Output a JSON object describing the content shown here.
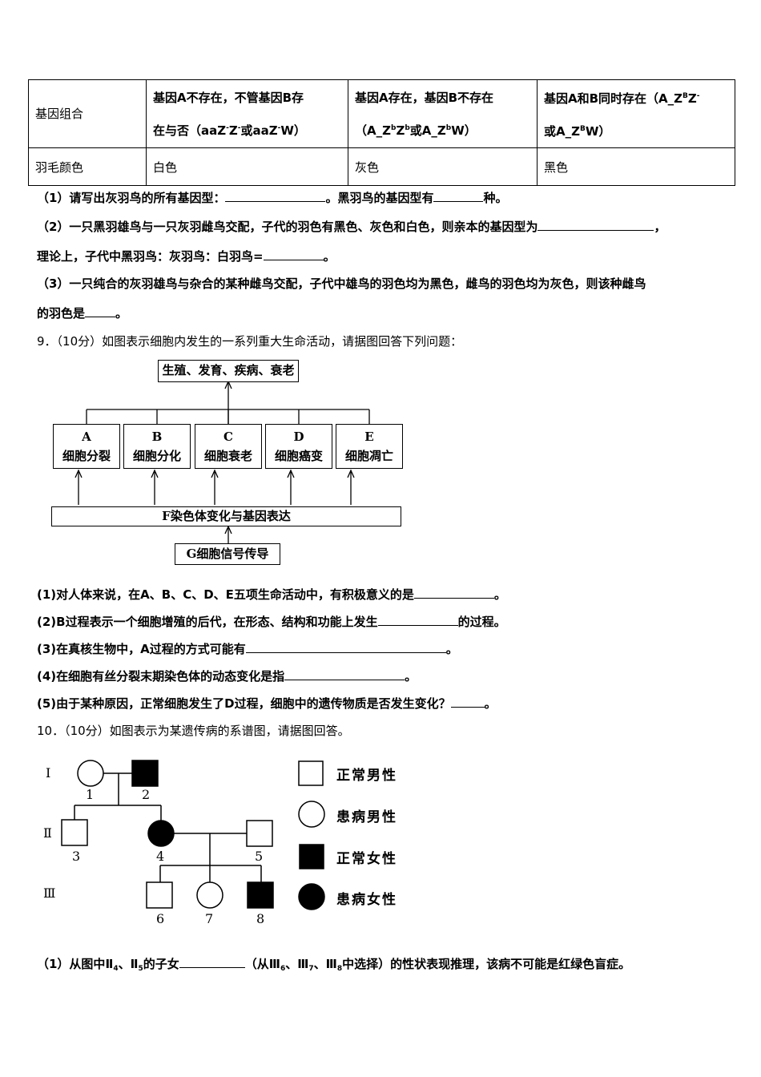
{
  "table": {
    "row1": {
      "head": "基因组合",
      "c1_l1": "基因A不存在，不管基因B存",
      "c1_l2": "在与否（aaZ",
      "c1_l2b": "Z",
      "c1_l2c": "或aaZ",
      "c1_l2d": "W）",
      "c2_l1": "基因A存在，基因B不存在",
      "c2_l2a": "（A_Z",
      "c2_l2b": "Z",
      "c2_l2c": "或A_Z",
      "c2_l2d": "W）",
      "c3_l1a": "基因A和B同时存在（A_Z",
      "c3_l1b": "Z",
      "c3_l2a": "或A_Z",
      "c3_l2b": "W）"
    },
    "row2": {
      "head": "羽毛颜色",
      "c1": "白色",
      "c2": "灰色",
      "c3": "黑色"
    }
  },
  "q8": {
    "p1a": "（1）请写出灰羽鸟的所有基因型：",
    "p1b": "。黑羽鸟的基因型有",
    "p1c": "种。",
    "p2a": "（2）一只黑羽雄鸟与一只灰羽雌鸟交配，子代的羽色有黑色、灰色和白色，则亲本的基因型为",
    "p2b": "，",
    "p2c": "理论上，子代中黑羽鸟：灰羽鸟：白羽鸟=",
    "p2d": "。",
    "p3a": "（3）一只纯合的灰羽雄鸟与杂合的某种雌鸟交配，子代中雄鸟的羽色均为黑色，雌鸟的羽色均为灰色，则该种雌鸟",
    "p3b": "的羽色是",
    "p3c": "。"
  },
  "q9": {
    "title": "9．（10分）如图表示细胞内发生的一系列重大生命活动，请据图回答下列问题：",
    "diagram": {
      "top": "生殖、发育、疾病、衰老",
      "boxes": [
        {
          "letter": "A",
          "label": "细胞分裂"
        },
        {
          "letter": "B",
          "label": "细胞分化"
        },
        {
          "letter": "C",
          "label": "细胞衰老"
        },
        {
          "letter": "D",
          "label": "细胞癌变"
        },
        {
          "letter": "E",
          "label": "细胞凋亡"
        }
      ],
      "f": "F染色体变化与基因表达",
      "g": "G细胞信号传导"
    },
    "s1a": "(1)对人体来说，在A、B、C、D、E五项生命活动中，有积极意义的是",
    "s1b": "。",
    "s2a": "(2)B过程表示一个细胞增殖的后代，在形态、结构和功能上发生",
    "s2b": "的过程。",
    "s3a": "(3)在真核生物中，A过程的方式可能有",
    "s3b": "。",
    "s4a": "(4)在细胞有丝分裂末期染色体的动态变化是指",
    "s4b": "。",
    "s5a": "(5)由于某种原因，正常细胞发生了D过程，细胞中的遗传物质是否发生变化？",
    "s5b": "。"
  },
  "q10": {
    "title": "10．（10分）如图表示为某遗传病的系谱图，请据图回答。",
    "gen": [
      "Ⅰ",
      "Ⅱ",
      "Ⅲ"
    ],
    "nums": [
      "1",
      "2",
      "3",
      "4",
      "5",
      "6",
      "7",
      "8"
    ],
    "legend": [
      "正常男性",
      "患病男性",
      "正常女性",
      "患病女性"
    ],
    "s1a": "（1）从图中Ⅱ",
    "s1b": "4",
    "s1c": "、Ⅱ",
    "s1d": "5",
    "s1e": "的子女",
    "s1f": "（从Ⅲ",
    "s1g": "6",
    "s1h": "、Ⅲ",
    "s1i": "7",
    "s1j": "、Ⅲ",
    "s1k": "8",
    "s1l": "中选择）的性状表现推理，该病不可能是红绿色盲症。"
  },
  "sup": {
    "minus": "-",
    "b": "b",
    "B": "B"
  }
}
